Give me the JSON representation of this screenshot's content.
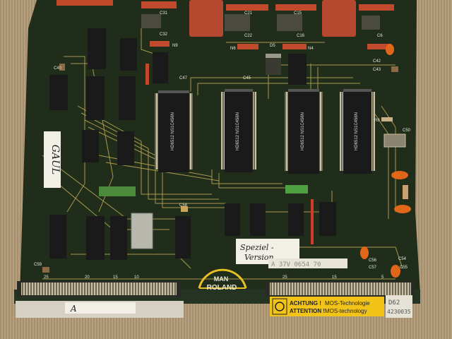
{
  "board": {
    "colors": {
      "pcb": "#1f2d1a",
      "trace": "#b9a453",
      "chip": "#1a1a1a",
      "silkscreen": "#e8e6d8",
      "capacitor_red": "#c14a2d",
      "tantalum_orange": "#e0661a",
      "gold": "#c9a65a",
      "background": "#b59f7e"
    },
    "logo": {
      "line1": "MAN",
      "line2": "ROLAND"
    },
    "chip_markings": [
      {
        "id": "u1",
        "text": "HD6512 NS1C456N"
      },
      {
        "id": "u2",
        "text": "HD6512 NS1C456N"
      },
      {
        "id": "u3",
        "text": "HD6512 NS1C456N"
      },
      {
        "id": "u4",
        "text": "HD6512 NS1C456N"
      }
    ],
    "handwritten_tag": "GAUL",
    "special_note": {
      "line1": "Speziel -",
      "line2": "Version"
    },
    "part_number": "A 37V 0654 70",
    "edge_label_left": "A",
    "warning": {
      "de_label": "ACHTUNG !",
      "de_text": "MOS-Technologie",
      "en_label": "ATTENTION !",
      "en_text": "MOS-technology"
    },
    "serial_tag": {
      "line1": "D62",
      "line2": "4230035"
    },
    "silk_labels": {
      "c31": "C31",
      "c32": "C32",
      "c21": "C21",
      "c22": "C22",
      "c15": "C15",
      "c16": "C16",
      "c6": "C6",
      "c42": "C42",
      "c43": "C43",
      "c40": "C40",
      "c45": "C45",
      "c47": "C47",
      "c56": "C56",
      "c57": "C57",
      "c54": "C54",
      "c55": "C55",
      "c58": "C58",
      "c59": "C59",
      "c50": "C50",
      "d5": "D5",
      "n6": "N6",
      "n4": "N4",
      "r8": "R8",
      "n9": "N9"
    },
    "pin_numbers": {
      "left_connector": [
        "25",
        "20",
        "15",
        "10"
      ],
      "right_connector": [
        "25",
        "15",
        "5"
      ]
    }
  }
}
